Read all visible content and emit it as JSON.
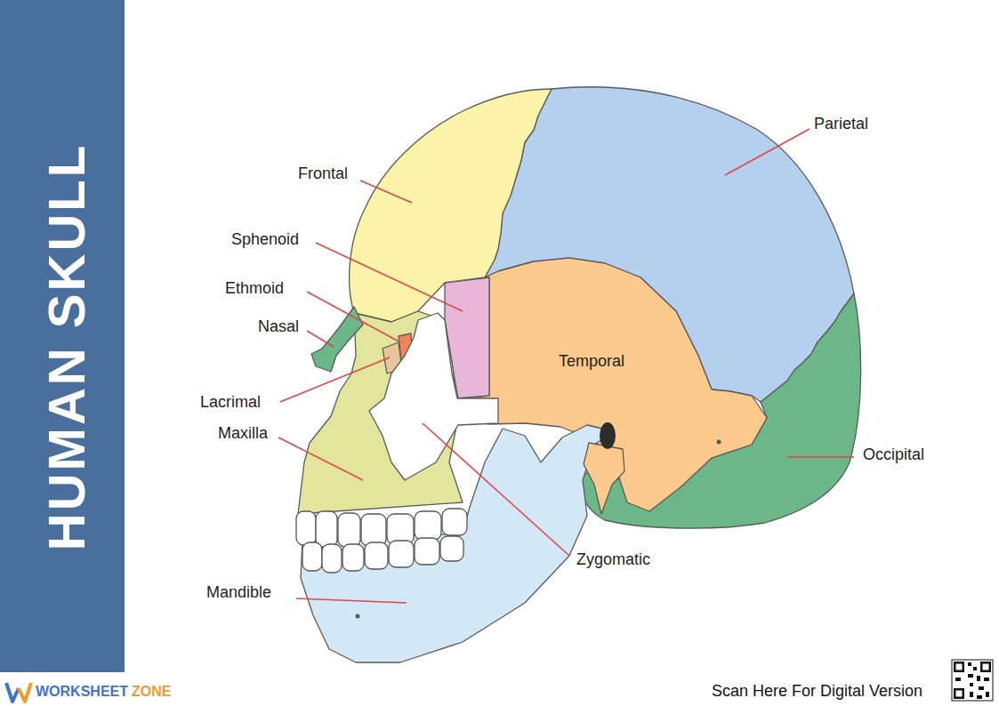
{
  "diagram": {
    "title": "HUMAN SKULL",
    "labels": [
      "Parietal",
      "Frontal",
      "Sphenoid",
      "Ethmoid",
      "Nasal",
      "Temporal",
      "Lacrimal",
      "Maxilla",
      "Occipital",
      "Zygomatic",
      "Mandible",
      "WORKSHEET",
      "ZONE",
      "Scan Here For Digital Version"
    ]
  }
}
